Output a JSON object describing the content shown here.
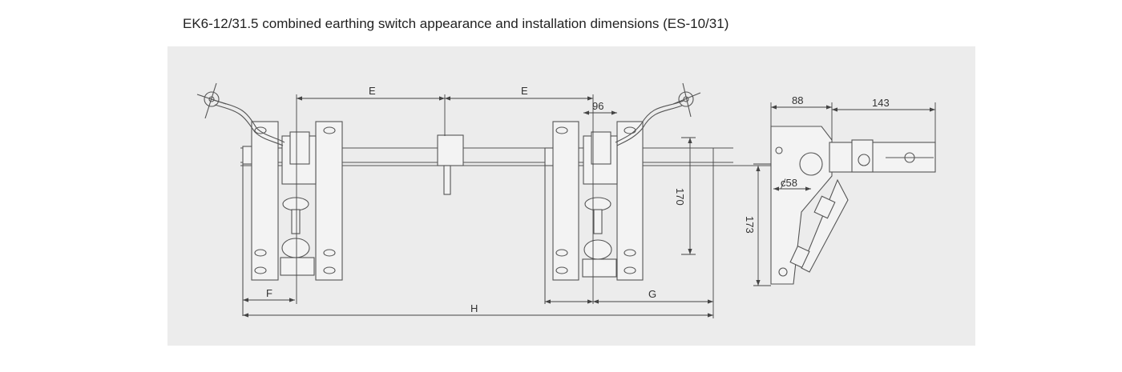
{
  "title": "EK6-12/31.5 combined earthing switch appearance and installation dimensions (ES-10/31)",
  "dimensions": {
    "e1": "E",
    "e2": "E",
    "d96": "96",
    "d170": "170",
    "f": "F",
    "g": "G",
    "h": "H",
    "d88": "88",
    "d143": "143",
    "d58": "ȼ58",
    "d173": "173"
  }
}
